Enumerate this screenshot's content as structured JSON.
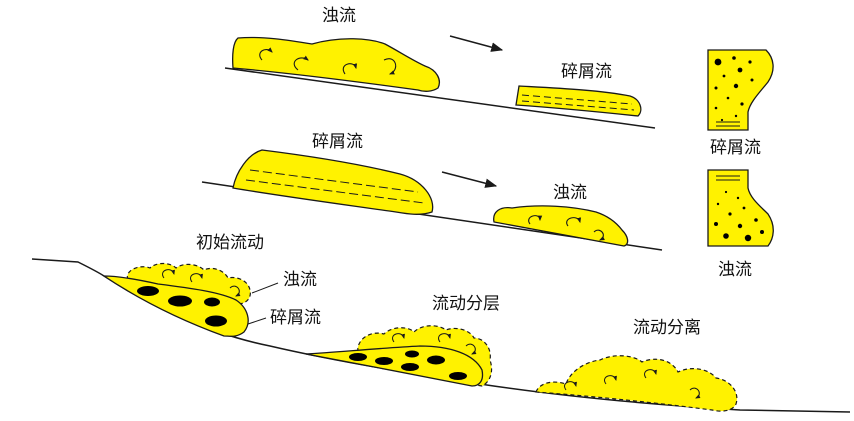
{
  "labels": {
    "turbidity_current_top": "浊流",
    "debris_flow_top": "碎屑流",
    "debris_flow_mid": "碎屑流",
    "turbidity_current_mid": "浊流",
    "initial_flow": "初始流动",
    "turbidity_current_initial": "浊流",
    "debris_flow_initial": "碎屑流",
    "flow_stratification": "流动分层",
    "flow_separation": "流动分离",
    "debris_flow_legend": "碎屑流",
    "turbidity_current_legend": "浊流"
  },
  "colors": {
    "fill": "#fff200",
    "stroke": "#1a1a1a",
    "clast": "#000000"
  }
}
